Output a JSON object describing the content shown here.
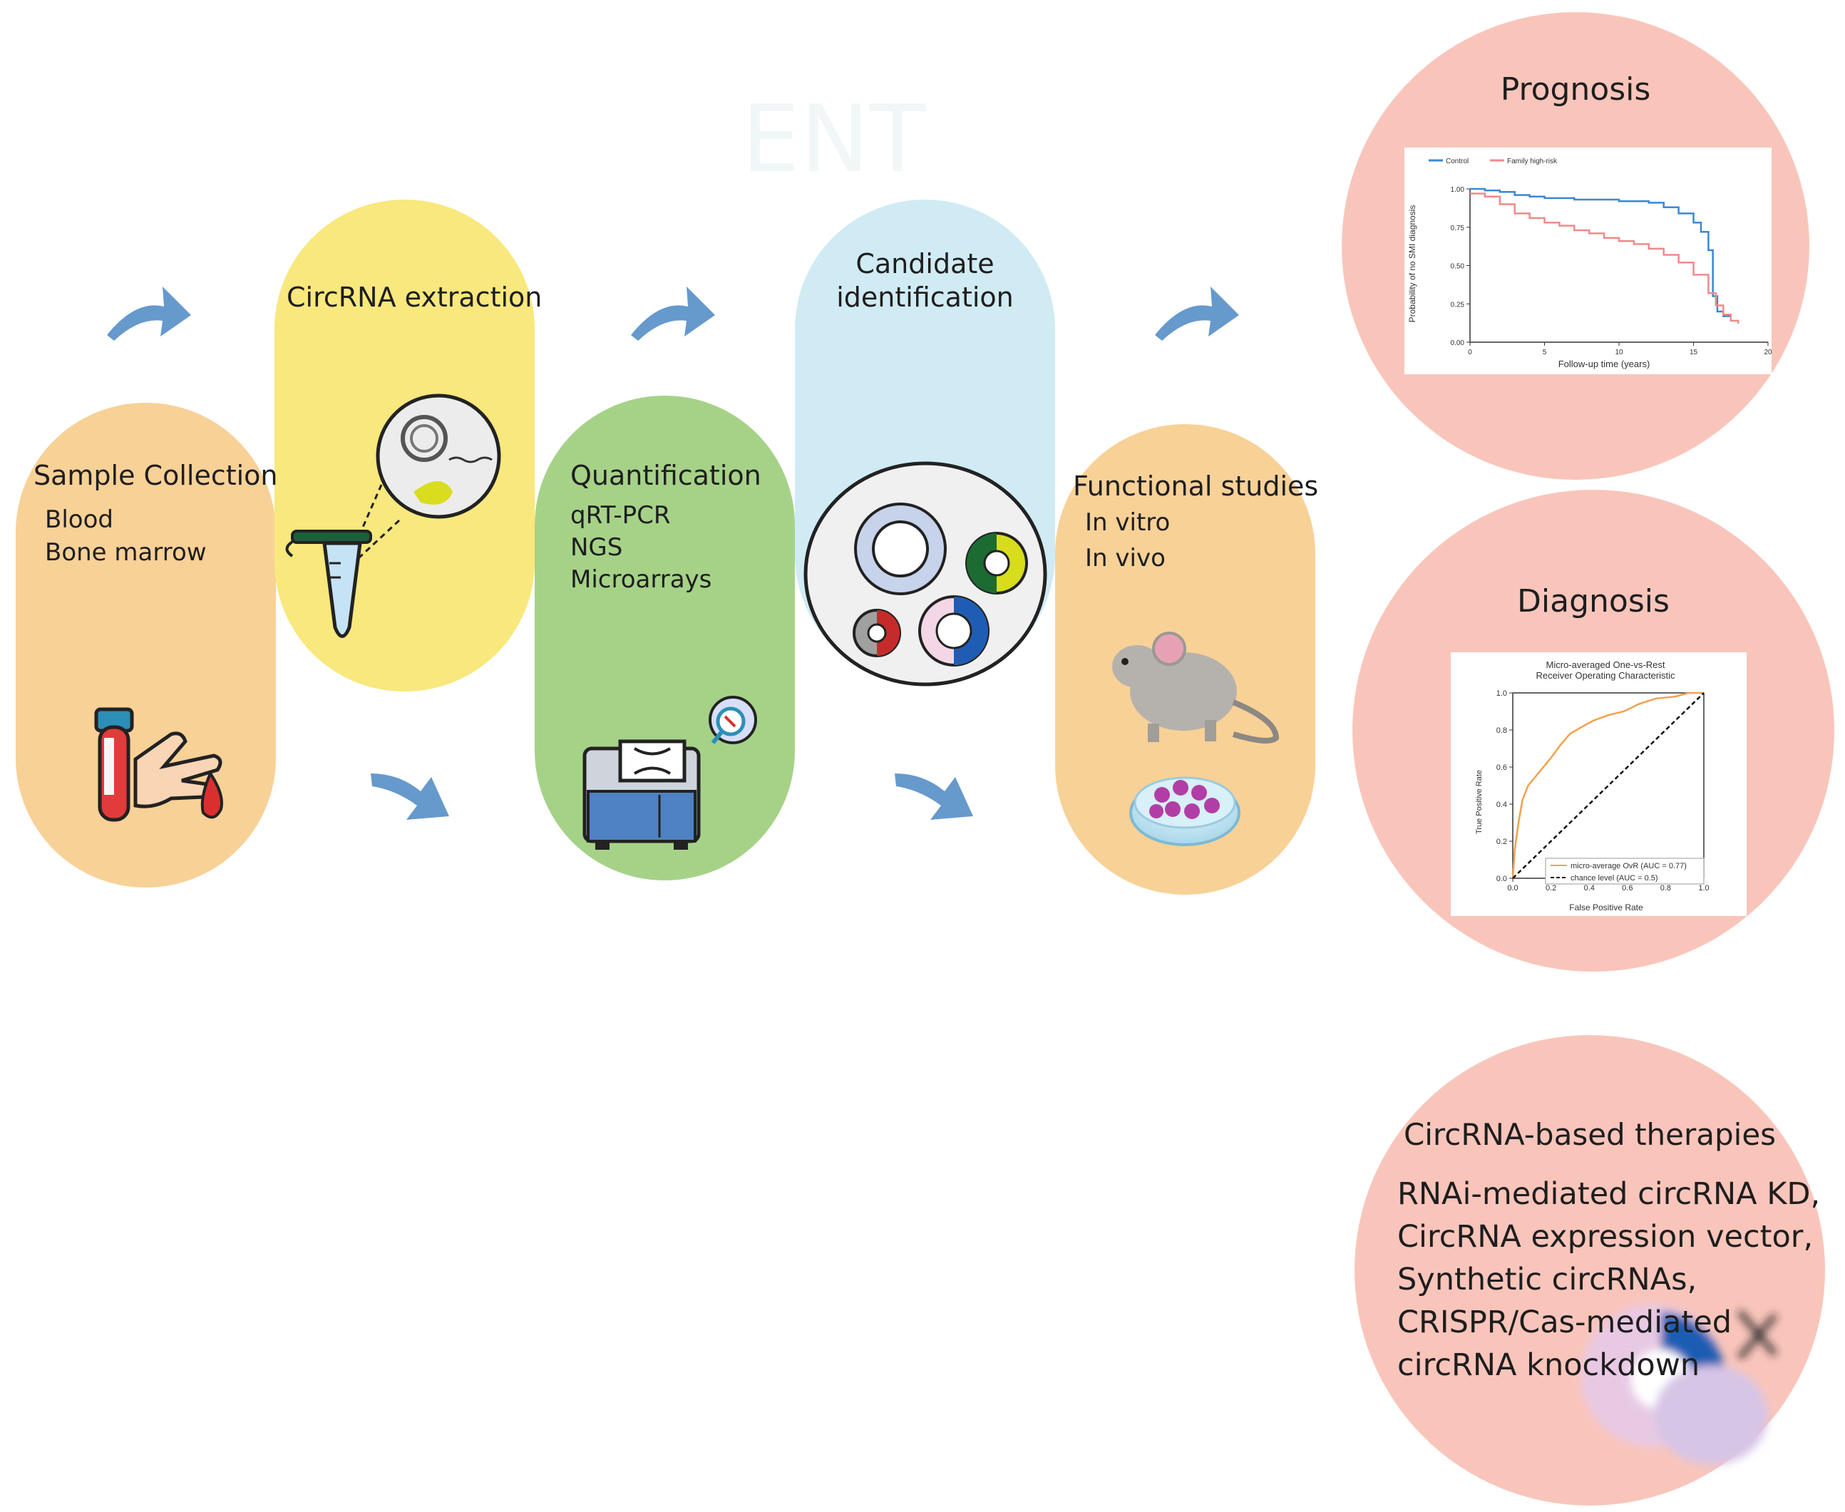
{
  "watermark": "ENT",
  "stages": {
    "sample_collection": {
      "title": "Sample Collection",
      "items": [
        "Blood",
        "Bone marrow"
      ]
    },
    "circrna_extraction": {
      "title": "CircRNA extraction"
    },
    "quantification": {
      "title": "Quantification",
      "items": [
        "qRT-PCR",
        "NGS",
        "Microarrays"
      ]
    },
    "candidate_identification": {
      "title_lines": [
        "Candidate",
        "identification"
      ]
    },
    "functional_studies": {
      "title": "Functional studies",
      "items": [
        "In vitro",
        "In vivo"
      ]
    }
  },
  "outcomes": {
    "prognosis": {
      "title": "Prognosis"
    },
    "diagnosis": {
      "title": "Diagnosis"
    },
    "therapies": {
      "title": "CircRNA-based therapies",
      "lines": [
        "RNAi-mediated circRNA KD,",
        "CircRNA expression vector,",
        "Synthetic circRNAs,",
        "CRISPR/Cas-mediated",
        "circRNA knockdown"
      ]
    }
  },
  "colors": {
    "orange_stage": "#f8d197",
    "yellow_stage": "#f8e87d",
    "green_stage": "#a6d288",
    "blue_stage": "#d0ebf3",
    "pink_circle": "#f9c5bb",
    "arrow": "#6699cc"
  },
  "chart_data": [
    {
      "type": "line",
      "title": "",
      "xlabel": "Follow-up time (years)",
      "ylabel": "Probability of no SMI diagnosis",
      "xlim": [
        0,
        20
      ],
      "ylim": [
        0,
        1
      ],
      "x_ticks": [
        "0",
        "5",
        "10",
        "15",
        "20"
      ],
      "y_ticks": [
        "0.00",
        "0.25",
        "0.50",
        "0.75",
        "1.00"
      ],
      "legend": "top",
      "series": [
        {
          "name": "Control",
          "color": "#3a87d6",
          "x": [
            0,
            1,
            2,
            3,
            4,
            5,
            6,
            7,
            8,
            9,
            10,
            11,
            12,
            13,
            14,
            15,
            15.5,
            16,
            16.3,
            16.6,
            17,
            17.5
          ],
          "y": [
            1.0,
            0.99,
            0.98,
            0.96,
            0.95,
            0.94,
            0.94,
            0.93,
            0.93,
            0.93,
            0.92,
            0.92,
            0.91,
            0.88,
            0.84,
            0.78,
            0.72,
            0.6,
            0.3,
            0.2,
            0.17,
            0.16
          ]
        },
        {
          "name": "Family high-risk",
          "color": "#f08a8a",
          "x": [
            0,
            1,
            2,
            3,
            4,
            5,
            6,
            7,
            8,
            9,
            10,
            11,
            12,
            13,
            14,
            15,
            16,
            16.5,
            17,
            17.5,
            18
          ],
          "y": [
            0.97,
            0.95,
            0.9,
            0.84,
            0.81,
            0.78,
            0.76,
            0.73,
            0.71,
            0.68,
            0.66,
            0.64,
            0.61,
            0.57,
            0.52,
            0.44,
            0.32,
            0.24,
            0.18,
            0.14,
            0.12
          ]
        }
      ]
    },
    {
      "type": "line",
      "title": "Micro-averaged One-vs-Rest\nReceiver Operating Characteristic",
      "xlabel": "False Positive Rate",
      "ylabel": "True Positive Rate",
      "xlim": [
        0,
        1
      ],
      "ylim": [
        0,
        1
      ],
      "x_ticks": [
        "0.0",
        "0.2",
        "0.4",
        "0.6",
        "0.8",
        "1.0"
      ],
      "y_ticks": [
        "0.0",
        "0.2",
        "0.4",
        "0.6",
        "0.8",
        "1.0"
      ],
      "legend": "lower right",
      "series": [
        {
          "name": "micro-average OvR (AUC = 0.77)",
          "color": "#f5a04b",
          "x": [
            0,
            0.01,
            0.03,
            0.05,
            0.08,
            0.12,
            0.16,
            0.2,
            0.25,
            0.3,
            0.35,
            0.42,
            0.5,
            0.58,
            0.66,
            0.75,
            0.85,
            0.92,
            1.0
          ],
          "y": [
            0,
            0.15,
            0.3,
            0.42,
            0.5,
            0.55,
            0.6,
            0.65,
            0.72,
            0.78,
            0.81,
            0.85,
            0.88,
            0.9,
            0.94,
            0.97,
            0.98,
            1.0,
            1.0
          ]
        },
        {
          "name": "chance level (AUC = 0.5)",
          "color": "#111111",
          "dash": true,
          "x": [
            0,
            1
          ],
          "y": [
            0,
            1
          ]
        }
      ]
    }
  ]
}
